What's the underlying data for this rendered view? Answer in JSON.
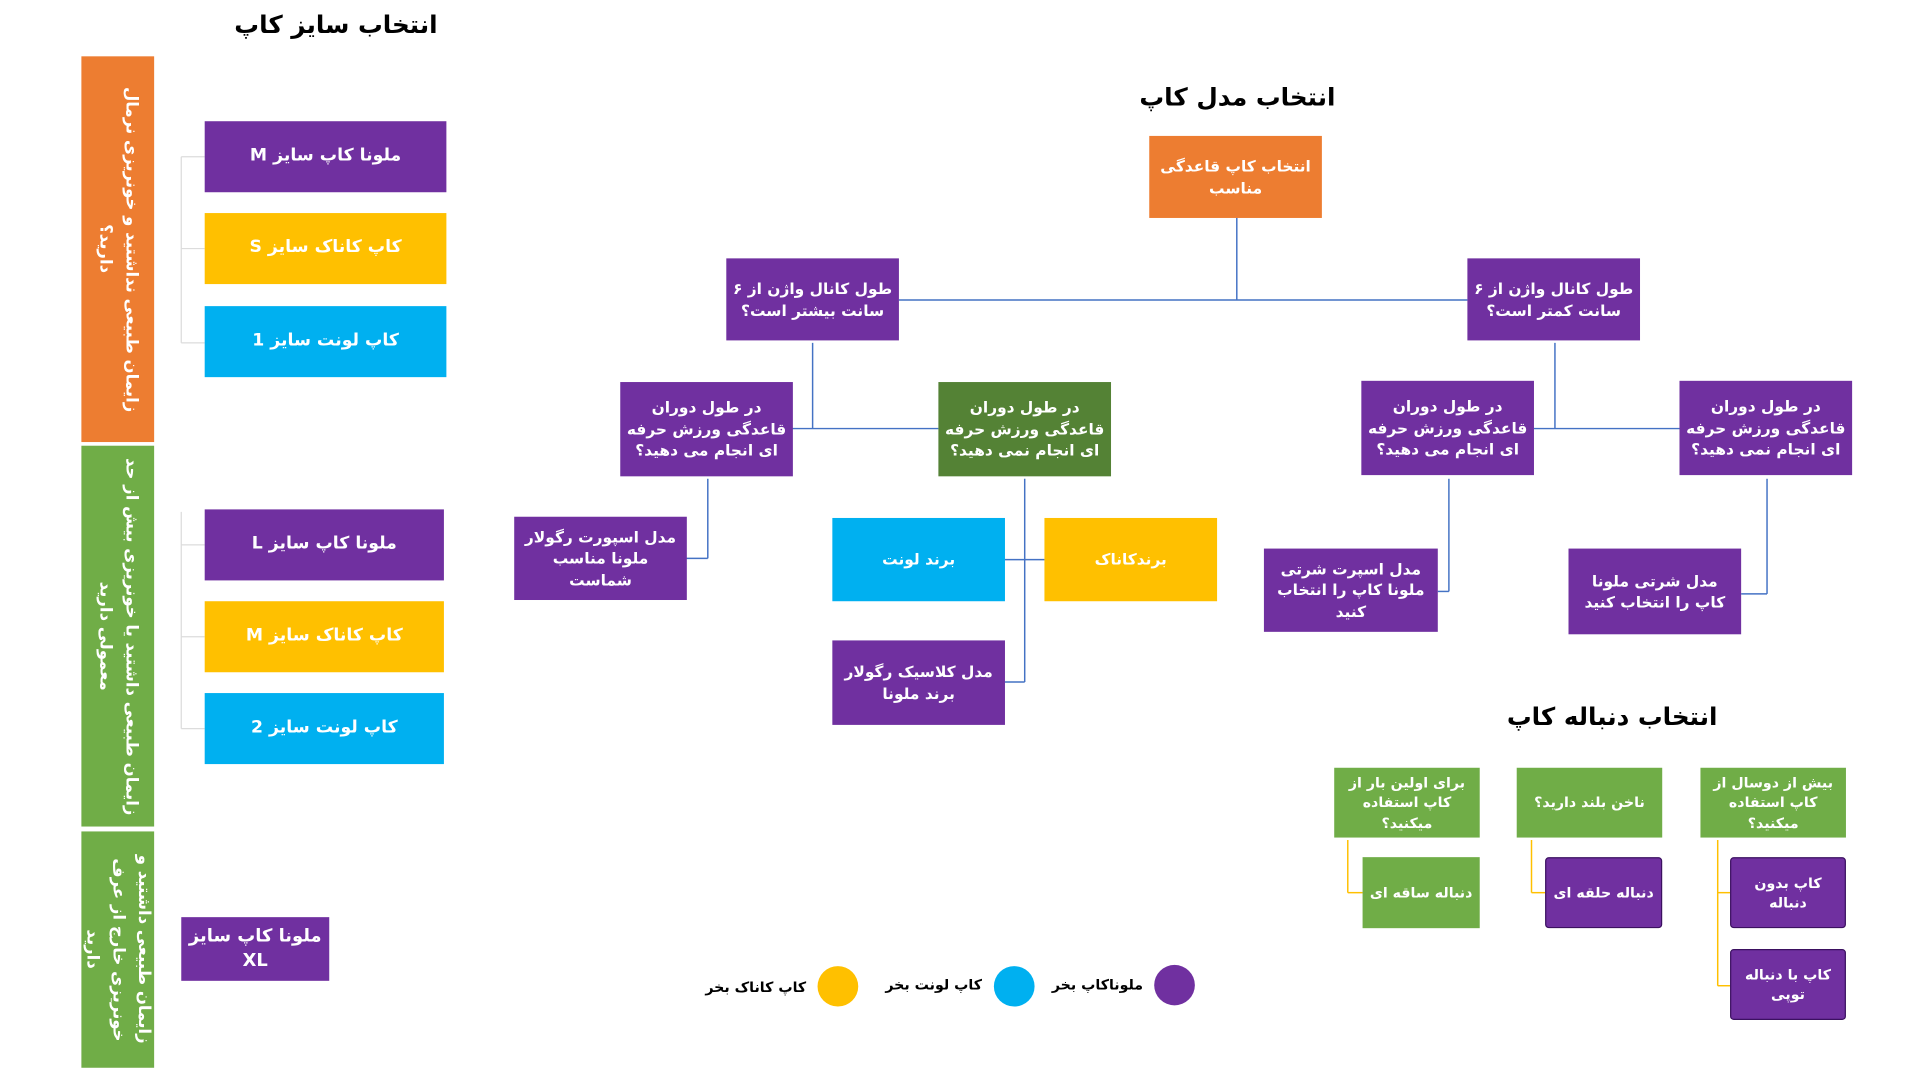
{
  "colors": {
    "purple": "#7030a0",
    "orange": "#ed7d31",
    "green": "#70ad47",
    "dark_green": "#548235",
    "yellow": "#ffc000",
    "blue": "#00b0f0",
    "connector": "#4472c4"
  },
  "size_section": {
    "title": "انتخاب سایز کاپ",
    "bands": [
      {
        "label": "زایمان طبیعی نداشتید و خونریزی نرمال دارید؟",
        "items": [
          "ملونا کاپ سایز M",
          "کاپ کاناک سایز S",
          "کاپ لونت سایز 1"
        ]
      },
      {
        "label": "زایمان طبیعی داشتید یا خونریزی بیش از حد معمولی دارید",
        "items": [
          "ملونا کاپ سایز L",
          "کاپ کاناک سایز M",
          "کاپ لونت سایز 2"
        ]
      },
      {
        "label": "زایمان طبیعی داشتید و خونریزی خارج از عرف دارید",
        "items": [
          "ملونا کاپ سایز XL"
        ]
      }
    ]
  },
  "model_section": {
    "title": "انتخاب مدل کاپ",
    "root": "انتخاب کاپ قاعدگی مناسب",
    "left_question": "طول کانال واژن از ۶ سانت بیشتر است؟",
    "right_question": "طول کانال واژن از ۶ سانت کمتر است؟",
    "left_sport_yes": "در طول دوران قاعدگی ورزش حرفه ای انجام می دهید؟",
    "left_sport_no": "در طول دوران قاعدگی ورزش حرفه ای انجام نمی دهید؟",
    "right_sport_yes": "در طول دوران قاعدگی ورزش حرفه ای انجام می دهید؟",
    "right_sport_no": "در طول دوران قاعدگی ورزش حرفه ای انجام نمی دهید؟",
    "result_left_sport": "مدل اسپورت رگولار ملونا مناسب شماست",
    "result_lunette": "برند لونت",
    "result_kanak": "برندکاناک",
    "result_classic": "مدل کلاسیک رگولار برند ملونا",
    "result_right_sport": "مدل اسپرت شرتی ملونا کاپ را انتخاب کنید",
    "result_right_nosport": "مدل شرتی ملونا کاپ را انتخاب کنید"
  },
  "tail_section": {
    "title": "انتخاب دنباله کاپ",
    "groups": [
      {
        "question": "بیش از دوسال از کاپ استفاده میکنید؟",
        "answers": [
          "کاپ بدون دنباله",
          "کاپ با دنباله توپی"
        ]
      },
      {
        "question": "ناخن بلند دارید؟",
        "answers": [
          "دنباله حلقه ای"
        ]
      },
      {
        "question": "برای اولین بار از کاپ استفاده میکنید؟",
        "answers": [
          "دنباله ساقه ای"
        ]
      }
    ]
  },
  "legend": [
    {
      "label": "ملوناکاپ بخر",
      "color": "#7030a0"
    },
    {
      "label": "کاپ لونت بخر",
      "color": "#00b0f0"
    },
    {
      "label": "کاپ کاناک بخر",
      "color": "#ffc000"
    }
  ]
}
